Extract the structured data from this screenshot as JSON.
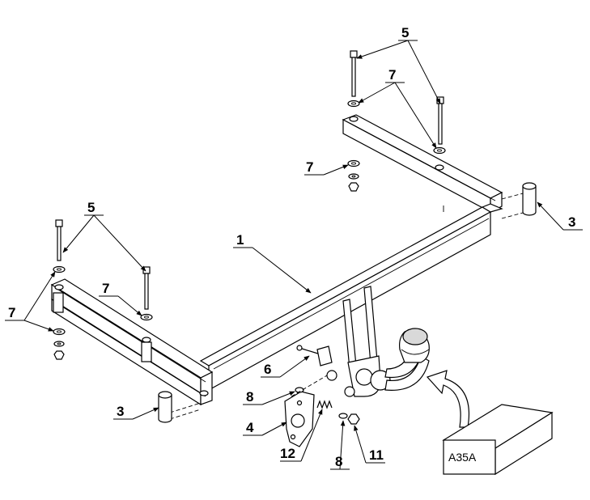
{
  "labels": {
    "frame": "1",
    "sleeve": "3",
    "plate": "4",
    "bolt": "5",
    "pin": "6",
    "washer": "7",
    "washer_small": "8",
    "nut": "11",
    "spring": "12"
  },
  "model_code": "A35A"
}
